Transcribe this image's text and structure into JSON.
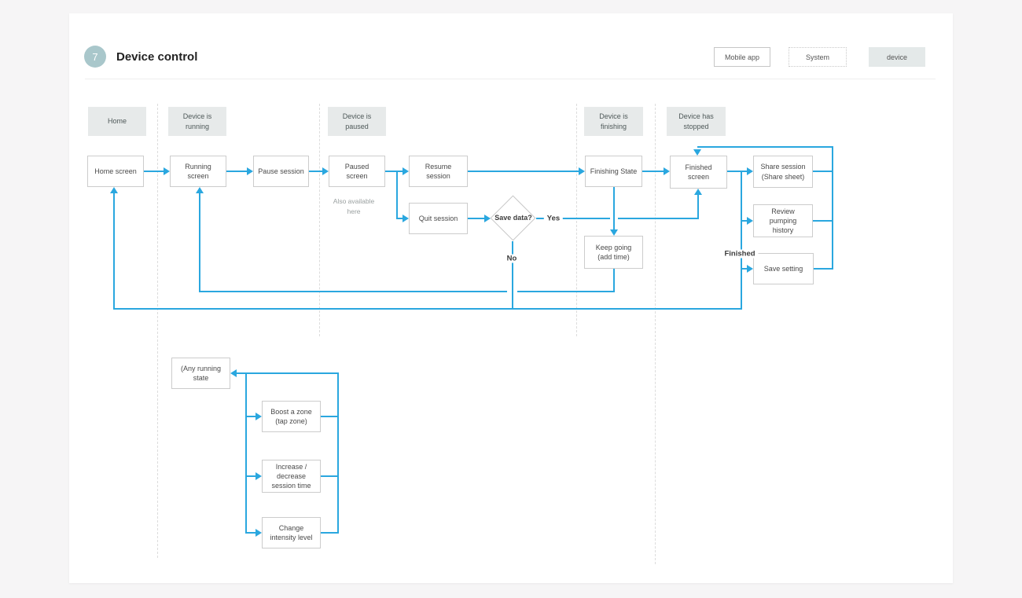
{
  "header": {
    "badge": "7",
    "title": "Device control"
  },
  "legend": [
    {
      "label": "Mobile app",
      "style": "solid-border"
    },
    {
      "label": "System",
      "style": "dotted-border"
    },
    {
      "label": "device",
      "style": "filled"
    }
  ],
  "columns": [
    {
      "label": "Home"
    },
    {
      "label": "Device is running"
    },
    {
      "label": "Device is paused"
    },
    {
      "label": "Device is finishing"
    },
    {
      "label": "Device has stopped"
    }
  ],
  "nodes": {
    "home_screen": "Home screen",
    "running_screen": "Running screen",
    "pause_session": "Pause session",
    "paused_screen": "Paused screen",
    "resume_session": "Resume session",
    "quit_session": "Quit session",
    "save_data_decision": "Save data?",
    "finishing_state": "Finishing State",
    "keep_going": "Keep going (add time)",
    "finished_screen": "Finished screen",
    "share_session": "Share session (Share sheet)",
    "review_history": "Review pumping history",
    "save_setting": "Save setting",
    "any_running_state": "(Any running state",
    "boost_zone": "Boost a zone (tap zone)",
    "increase_decrease": "Increase / decrease session time",
    "change_intensity": "Change intensity level"
  },
  "labels": {
    "yes": "Yes",
    "no": "No",
    "finished": "Finished",
    "also_available": "Also available here"
  },
  "colors": {
    "accent_blue": "#2aa7df",
    "badge_teal": "#a9c7cb",
    "header_fill": "#e7eaea"
  }
}
